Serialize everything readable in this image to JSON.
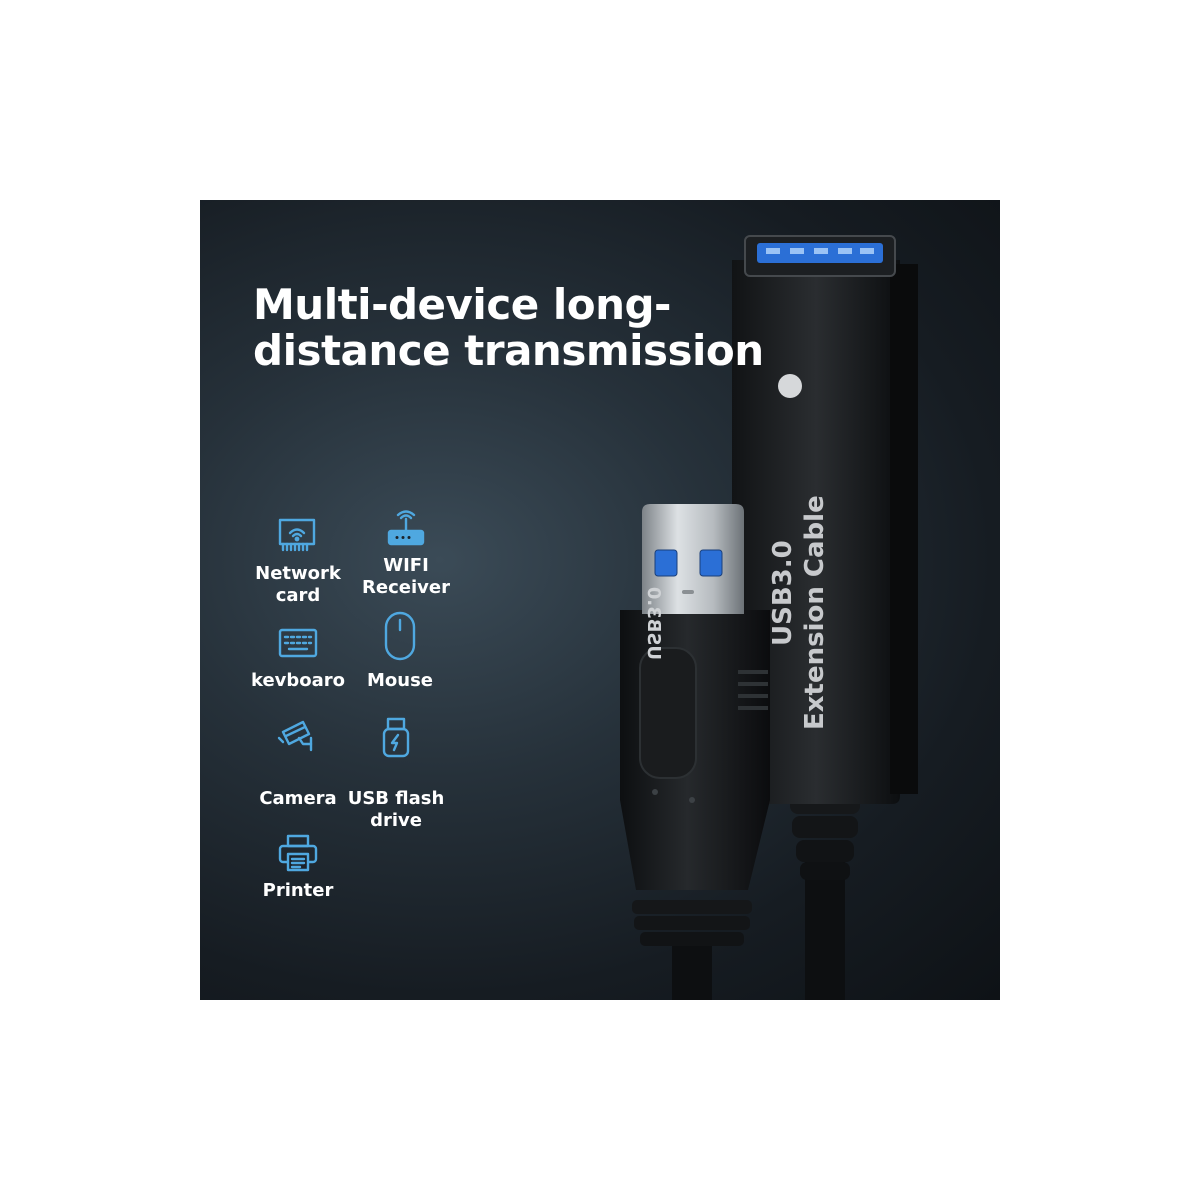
{
  "headline": {
    "line1": "Multi-device long-",
    "line2": "distance transmission"
  },
  "features": [
    {
      "id": "network-card",
      "icon": "network-card-icon",
      "label_lines": [
        "Network",
        "card"
      ]
    },
    {
      "id": "wifi-receiver",
      "icon": "wifi-router-icon",
      "label_lines": [
        "WIFI",
        "Receiver"
      ]
    },
    {
      "id": "keyboard",
      "icon": "keyboard-icon",
      "label_lines": [
        "kevboaro"
      ]
    },
    {
      "id": "mouse",
      "icon": "mouse-icon",
      "label_lines": [
        "Mouse"
      ]
    },
    {
      "id": "camera",
      "icon": "security-camera-icon",
      "label_lines": [
        "Camera"
      ]
    },
    {
      "id": "usb-flash-drive",
      "icon": "usb-flash-drive-icon",
      "label_lines": [
        "USB flash",
        "drive"
      ]
    },
    {
      "id": "printer",
      "icon": "printer-icon",
      "label_lines": [
        "Printer"
      ]
    }
  ],
  "product": {
    "extender_label_line1": "USB3.0",
    "extender_label_line2": "Extension Cable",
    "plug_label": "USB3.0"
  },
  "colors": {
    "accent": "#4fa8e0",
    "port_blue": "#2b6fd6",
    "background": "#1b232b",
    "text": "#ffffff"
  }
}
